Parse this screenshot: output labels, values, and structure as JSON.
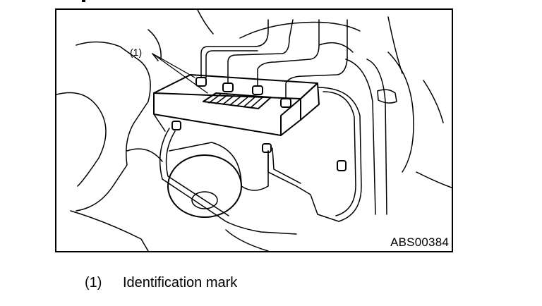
{
  "figure": {
    "callout_label": "(1)",
    "figure_code": "ABS00384",
    "illustration_icon": "abs-hydraulic-unit-line-drawing"
  },
  "legend": {
    "items": [
      {
        "number": "(1)",
        "text": "Identification mark"
      }
    ]
  }
}
